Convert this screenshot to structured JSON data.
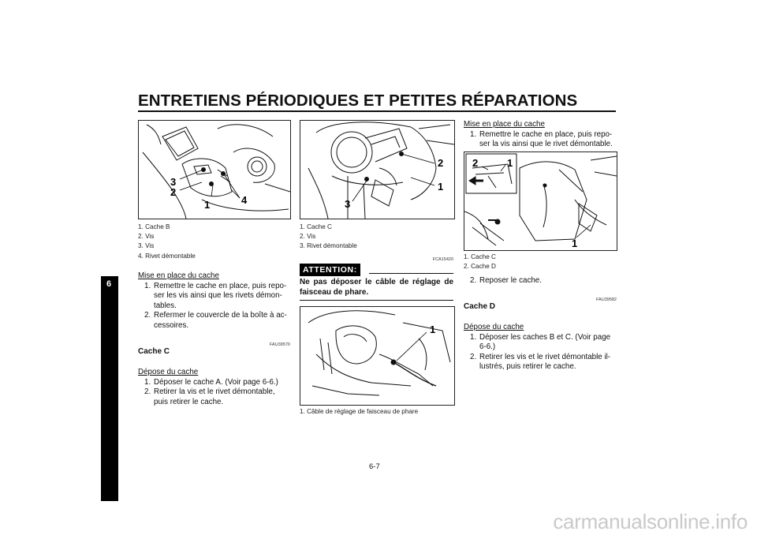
{
  "header": {
    "title": "ENTRETIENS PÉRIODIQUES ET PETITES RÉPARATIONS"
  },
  "chapter_tab": "6",
  "page_number": "6-7",
  "watermark": "carmanualsonline.info",
  "col1": {
    "figure_callouts": [
      "3",
      "2",
      "1",
      "4"
    ],
    "captions": [
      "1. Cache B",
      "2. Vis",
      "3. Vis",
      "4. Rivet démontable"
    ],
    "install_heading": "Mise en place du cache",
    "install_steps": [
      {
        "num": "1.",
        "text": "Remettre le cache en place, puis repo-ser les vis ainsi que les rivets démon-tables."
      },
      {
        "num": "2.",
        "text": "Refermer le couvercle de la boîte à ac-cessoires."
      }
    ],
    "code": "FAU39570",
    "section_title": "Cache C",
    "removal_heading": "Dépose du cache",
    "removal_steps": [
      {
        "num": "1.",
        "text": "Déposer le cache A. (Voir page 6-6.)"
      },
      {
        "num": "2.",
        "text": "Retirer la vis et le rivet démontable, puis retirer le cache."
      }
    ]
  },
  "col2": {
    "figure_callouts": [
      "2",
      "1",
      "3"
    ],
    "captions": [
      "1. Cache C",
      "2. Vis",
      "3. Rivet démontable"
    ],
    "attention_code": "FCA15420",
    "attention_label": "ATTENTION:",
    "attention_text": "Ne pas déposer le câble de réglage de faisceau de phare.",
    "figure2_callouts": [
      "1"
    ],
    "figure2_caption": "1. Câble de réglage de faisceau de phare"
  },
  "col3": {
    "install_heading": "Mise en place du cache",
    "install_steps": [
      {
        "num": "1.",
        "text": "Remettre le cache en place, puis repo-ser la vis ainsi que le rivet démontable."
      }
    ],
    "figure_callouts": [
      "2",
      "1",
      "1"
    ],
    "captions": [
      "1. Cache C",
      "2. Cache D"
    ],
    "step2": {
      "num": "2.",
      "text": "Reposer le cache."
    },
    "code": "FAU39582",
    "section_title": "Cache D",
    "removal_heading": "Dépose du cache",
    "removal_steps": [
      {
        "num": "1.",
        "text": "Déposer les caches B et C. (Voir page 6-6.)"
      },
      {
        "num": "2.",
        "text": "Retirer les vis et le rivet démontable il-lustrés, puis retirer le cache."
      }
    ]
  }
}
